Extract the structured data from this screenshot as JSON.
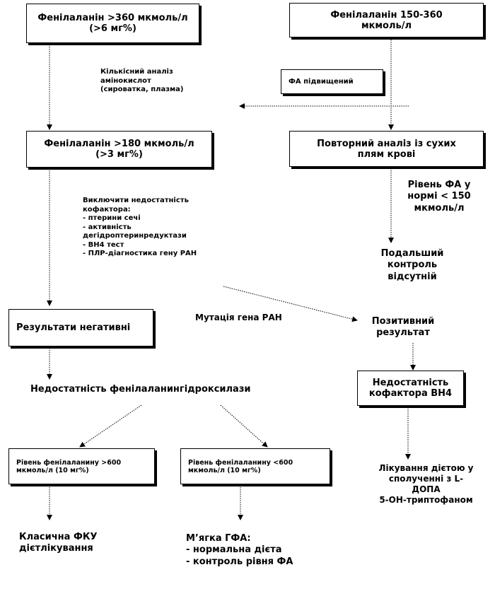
{
  "nodes": {
    "phe_gt360": "Фенілаланін >360 мкмоль/л\n(>6 мг%)",
    "phe_150_360": "Фенілаланін 150-360\nмкмоль/л",
    "quant_analysis": "Кількісний  аналіз\nамінокислот\n(сироватка, плазма)",
    "fa_elevated": "ФА підвищений",
    "phe_gt180": "Фенілаланін >180 мкмоль/л\n(>3 мг%)",
    "repeat_analysis": "Повторний аналіз із сухих\nплям крові",
    "fa_normal": "Рівень ФА у\nнормі < 150\nмкмоль/л",
    "exclude_cofactor": "Виключити  недостатність\nкофактора:\n- птерини сечі\n- активність\nдегідроптеринредуктази\n- ВН4  тест\n- ПЛР-діагностика гену РАН",
    "no_further_control": "Подальший\nконтроль\nвідсутній",
    "results_negative": "Результати  негативні",
    "mutation_pah": "Мутація  гена РАН",
    "positive_result": "Позитивний\nрезультат",
    "pah_deficiency": "Недостатність фенілаланингідроксилази",
    "bh4_deficiency": "Недостатність\nкофактора ВН4",
    "phe_gt600": "Рівень фенілаланину  >600\nмкмоль/л  (10 мг%)",
    "phe_lt600": "Рівень фенілаланину  <600\nмкмоль/л  (10 мг%)",
    "diet_ldopa": "Лікування дієтою у\nсполученні з L-\nДОПА\n5-ОН-триптофаном",
    "classic_pku": "Класична ФКУ\nдієтлікування",
    "mild_hpa": "М’ягка ГФА:\n- нормальна дієта\n- контроль рівня ФА"
  }
}
